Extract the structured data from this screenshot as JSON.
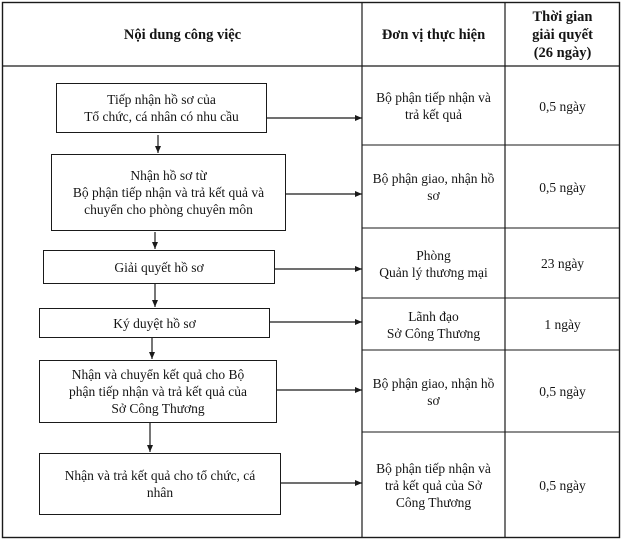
{
  "headers": {
    "content": "Nội dung công việc",
    "unit": "Đơn vị thực hiện",
    "time": "Thời gian\ngiải quyết\n(26 ngày)"
  },
  "rows": [
    {
      "step": "Tiếp nhận hồ sơ của\nTổ chức, cá nhân có nhu cầu",
      "unit": "Bộ phận tiếp nhận và\ntrả kết quả",
      "time": "0,5 ngày"
    },
    {
      "step": "Nhận hồ sơ từ\nBộ phận tiếp nhận và trả kết quả và\nchuyển cho phòng chuyên môn",
      "unit": "Bộ phận giao, nhận hồ\nsơ",
      "time": "0,5 ngày"
    },
    {
      "step": "Giải quyết hồ sơ",
      "unit": "Phòng\nQuản lý thương mại",
      "time": "23 ngày"
    },
    {
      "step": "Ký duyệt hồ sơ",
      "unit": "Lãnh đạo\nSở Công Thương",
      "time": "1 ngày"
    },
    {
      "step": "Nhận và chuyển kết quả cho Bộ\nphận tiếp nhận và trả kết quả của\nSở Công Thương",
      "unit": "Bộ phận giao, nhận hồ\nsơ",
      "time": "0,5 ngày"
    },
    {
      "step": "Nhận và trả kết quả cho tổ chức, cá\nnhân",
      "unit": "Bộ phận tiếp nhận và\ntrả kết quả của Sở\nCông Thương",
      "time": "0,5 ngày"
    }
  ]
}
